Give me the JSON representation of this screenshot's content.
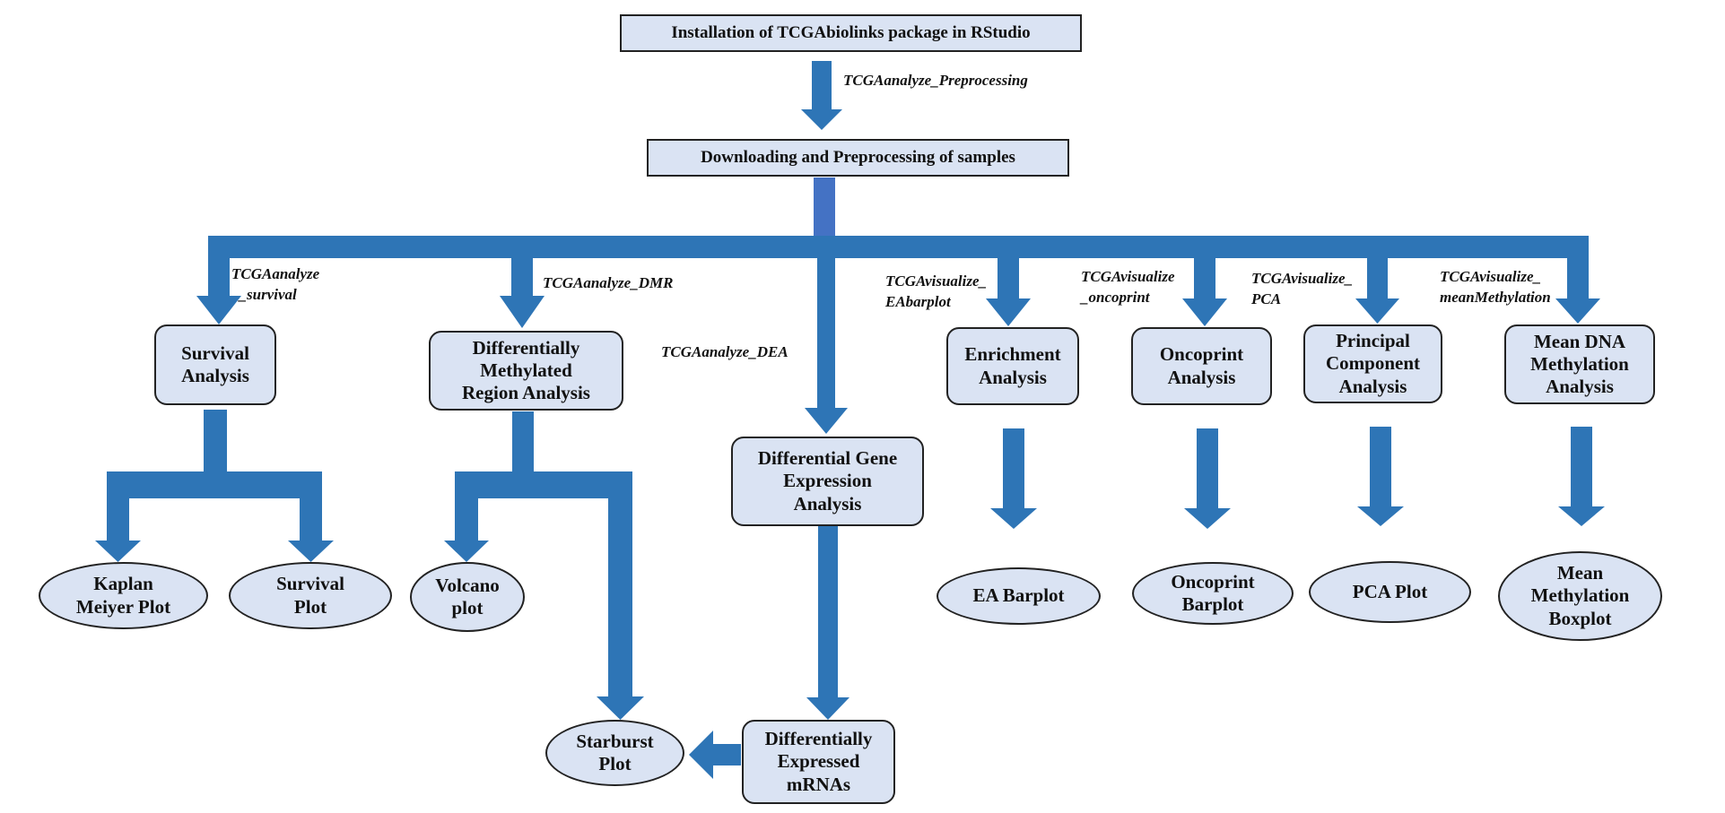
{
  "colors": {
    "arrow": "#2E75B6",
    "arrow_stub": "#4472C4",
    "node_fill": "#DAE3F3",
    "node_border": "#222222"
  },
  "nodes": {
    "install": "Installation of TCGAbiolinks  package in RStudio",
    "download": "Downloading and Preprocessing of samples",
    "survival": "Survival\nAnalysis",
    "dmr": "Differentially\nMethylated\nRegion Analysis",
    "dge": "Differential Gene\nExpression\nAnalysis",
    "enrich": "Enrichment\nAnalysis",
    "oncoprint": "Oncoprint\nAnalysis",
    "pca": "Principal\nComponent\nAnalysis",
    "meandna": "Mean DNA\nMethylation\nAnalysis",
    "kaplan": "Kaplan\nMeiyer Plot",
    "survplot": "Survival\nPlot",
    "volcano": "Volcano\nplot",
    "starburst": "Starburst\nPlot",
    "demrna": "Differentially\nExpressed\nmRNAs",
    "eabar": "EA  Barplot",
    "oncobar": "Oncoprint\nBarplot",
    "pcaplot": "PCA Plot",
    "meanbox": "Mean\nMethylation\nBoxplot"
  },
  "labels": {
    "preproc": "TCGAanalyze_Preprocessing",
    "survival": "TCGAanalyze\n  _survival",
    "dmr": "TCGAanalyze_DMR",
    "dea": "TCGAanalyze_DEA",
    "ea": "TCGAvisualize_\nEAbarplot",
    "onco": "TCGAvisualize\n_oncoprint",
    "pca": "TCGAvisualize_\nPCA",
    "mean": "TCGAvisualize_\nmeanMethylation"
  }
}
